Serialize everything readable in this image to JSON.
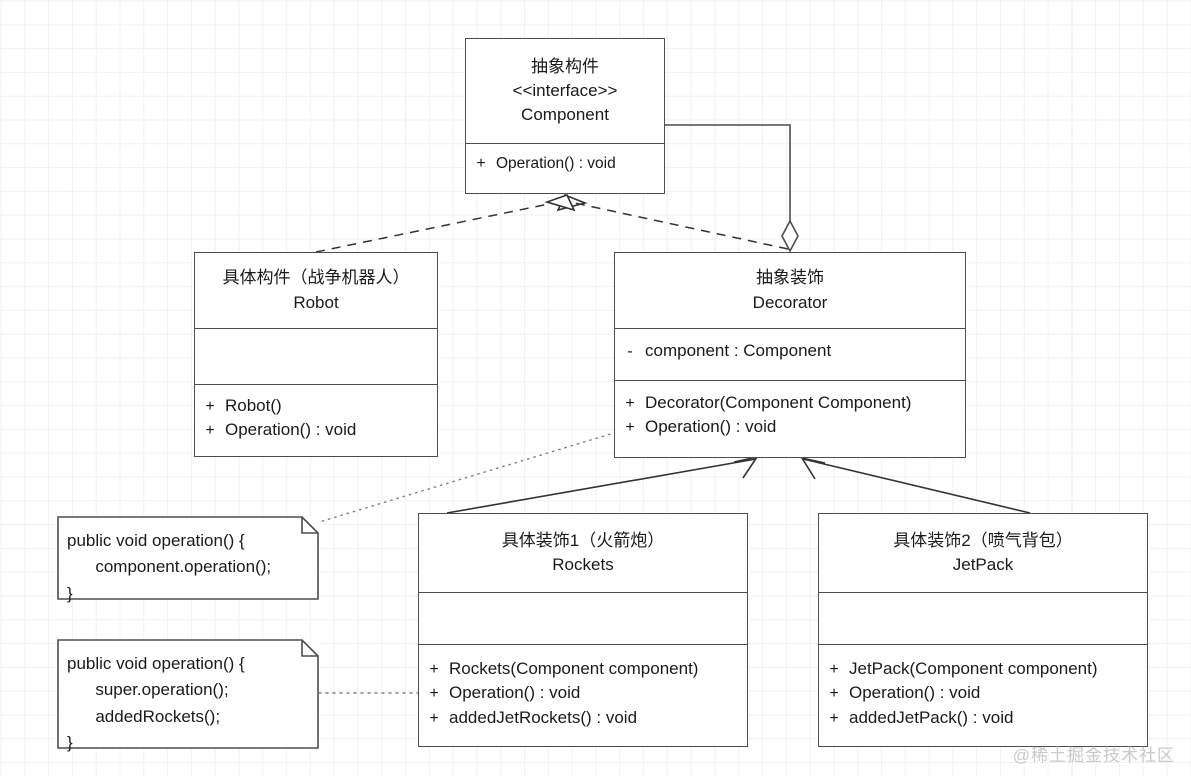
{
  "diagram": {
    "kind": "uml-class-diagram",
    "pattern": "Decorator",
    "background": "#ffffff",
    "grid_color": "#f2f2f2",
    "line_color": "#4d4d4d",
    "text_color": "#1a1a1a",
    "watermark": "@稀土掘金技术社区",
    "watermark_color": "#c9c9c9"
  },
  "classes": {
    "component": {
      "stereotype_title": "抽象构件",
      "stereotype": "<<interface>>",
      "name": "Component",
      "attributes": [],
      "operations": [
        {
          "visibility": "+",
          "signature": "Operation() : void"
        }
      ]
    },
    "robot": {
      "stereotype_title": "具体构件（战争机器人）",
      "name": "Robot",
      "attributes": [],
      "operations": [
        {
          "visibility": "+",
          "signature": "Robot()"
        },
        {
          "visibility": "+",
          "signature": "Operation() : void"
        }
      ]
    },
    "decorator": {
      "stereotype_title": "抽象装饰",
      "name": "Decorator",
      "attributes": [
        {
          "visibility": "-",
          "signature": "component : Component"
        }
      ],
      "operations": [
        {
          "visibility": "+",
          "signature": "Decorator(Component Component)"
        },
        {
          "visibility": "+",
          "signature": "Operation() : void"
        }
      ]
    },
    "rockets": {
      "stereotype_title": "具体装饰1（火箭炮）",
      "name": "Rockets",
      "attributes": [],
      "operations": [
        {
          "visibility": "+",
          "signature": "Rockets(Component component)"
        },
        {
          "visibility": "+",
          "signature": "Operation() : void"
        },
        {
          "visibility": "+",
          "signature": "addedJetRockets() : void"
        }
      ]
    },
    "jetpack": {
      "stereotype_title": "具体装饰2（喷气背包）",
      "name": "JetPack",
      "attributes": [],
      "operations": [
        {
          "visibility": "+",
          "signature": "JetPack(Component component)"
        },
        {
          "visibility": "+",
          "signature": "Operation() : void"
        },
        {
          "visibility": "+",
          "signature": "addedJetPack() : void"
        }
      ]
    }
  },
  "notes": {
    "decorator_operation": {
      "text": "public void operation() {\n      component.operation();\n}"
    },
    "rockets_operation": {
      "text": "public void operation() {\n      super.operation();\n      addedRockets();\n}"
    }
  },
  "relations": [
    {
      "type": "realization",
      "from": "Robot",
      "to": "Component",
      "style": "dashed",
      "arrow": "hollow-triangle"
    },
    {
      "type": "realization",
      "from": "Decorator",
      "to": "Component",
      "style": "dashed",
      "arrow": "hollow-triangle"
    },
    {
      "type": "aggregation",
      "from": "Decorator",
      "to": "Component",
      "style": "solid",
      "arrow": "hollow-diamond"
    },
    {
      "type": "generalization",
      "from": "Rockets",
      "to": "Decorator",
      "style": "solid",
      "arrow": "open-arrow"
    },
    {
      "type": "generalization",
      "from": "JetPack",
      "to": "Decorator",
      "style": "solid",
      "arrow": "open-arrow"
    },
    {
      "type": "note-anchor",
      "from": "decorator_operation",
      "to": "Decorator",
      "style": "dotted"
    },
    {
      "type": "note-anchor",
      "from": "rockets_operation",
      "to": "Rockets",
      "style": "dotted"
    }
  ]
}
